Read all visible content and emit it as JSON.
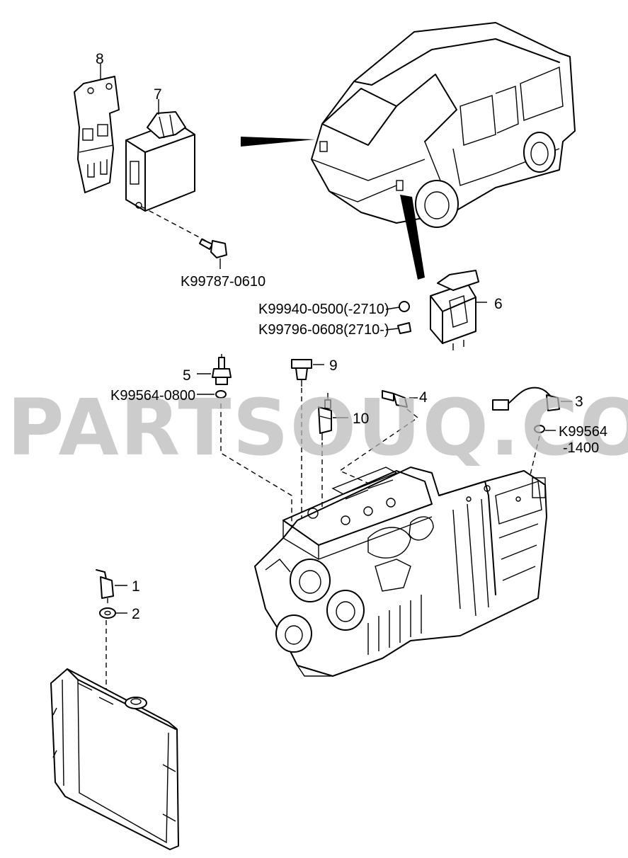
{
  "watermark": "PARTSOUQ.COM",
  "callouts": {
    "c1": "1",
    "c2": "2",
    "c3": "3",
    "c4": "4",
    "c5": "5",
    "c6": "6",
    "c7": "7",
    "c8": "8",
    "c9": "9",
    "c10": "10"
  },
  "part_numbers": {
    "bolt_ecu": "K99787-0610",
    "relay_nut": "K99940-0500(-2710)",
    "relay_bolt": "K99796-0608(2710-)",
    "washer_5": "K99564-0800",
    "washer_3_line1": "K99564",
    "washer_3_line2": "-1400"
  }
}
